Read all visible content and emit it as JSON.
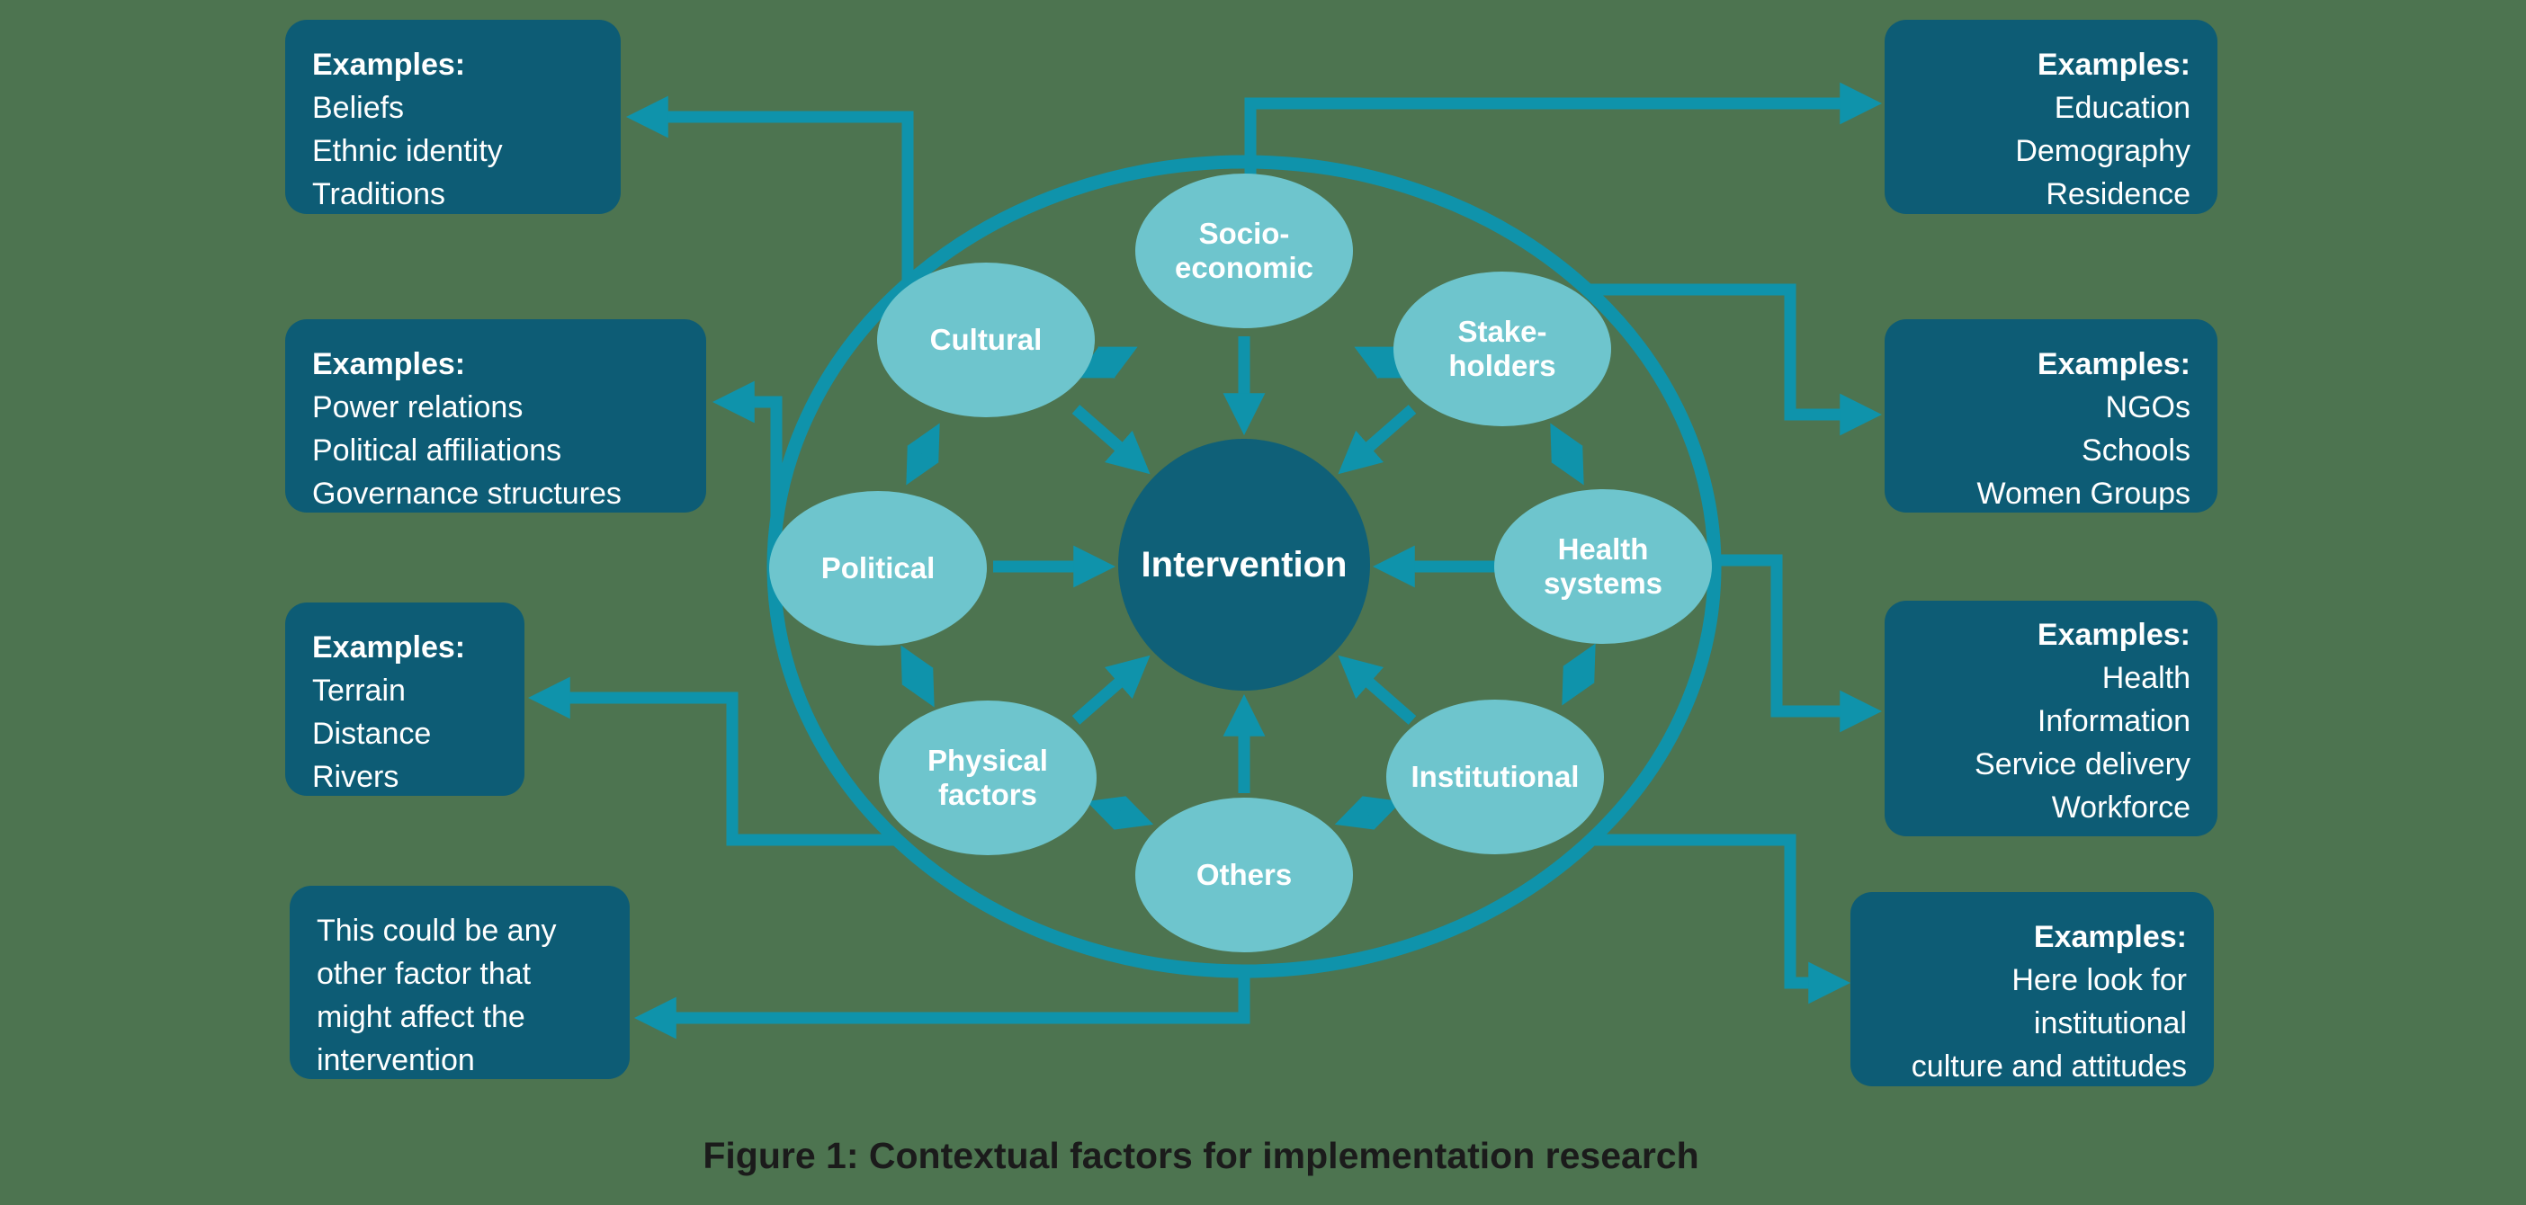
{
  "figure": {
    "caption": "Figure 1: Contextual factors for implementation research"
  },
  "center": {
    "label": "Intervention"
  },
  "factors": {
    "socio_economic": "Socio-\neconomic",
    "cultural": "Cultural",
    "stakeholders": "Stake-\nholders",
    "political": "Political",
    "health_systems": "Health\nsystems",
    "physical_factors": "Physical\nfactors",
    "institutional": "Institutional",
    "others": "Others"
  },
  "boxes": {
    "top_left": {
      "heading": "Examples:",
      "body": "Beliefs\nEthnic identity\nTraditions"
    },
    "mid_left": {
      "heading": "Examples:",
      "body": "Power relations\nPolitical affiliations\nGovernance structures"
    },
    "lower_left": {
      "heading": "Examples:",
      "body": "Terrain\nDistance\nRivers"
    },
    "bottom_left": {
      "body": "This could be any\nother factor that\nmight affect the\nintervention"
    },
    "top_right": {
      "heading": "Examples:",
      "body": "Education\nDemography\nResidence"
    },
    "mid_right": {
      "heading": "Examples:",
      "body": "NGOs\nSchools\nWomen Groups"
    },
    "lower_right": {
      "heading": "Examples:",
      "body": "Health\nInformation\nService delivery\nWorkforce"
    },
    "bottom_right": {
      "heading": "Examples:",
      "body": "Here look for\ninstitutional\nculture and attitudes"
    }
  },
  "colors": {
    "background": "#4d7450",
    "dark_teal_box": "#0d5c75",
    "center_circle": "#0f6078",
    "factor_ellipse": "#6ec5cd",
    "connector_teal": "#0f93ab",
    "text_white": "#ffffff",
    "caption_text": "#1b1b1b"
  }
}
